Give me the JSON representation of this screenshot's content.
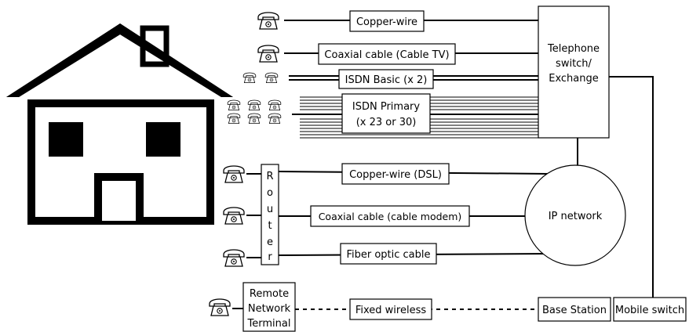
{
  "connections": {
    "copper_wire": "Copper-wire",
    "coaxial_cable_tv": "Coaxial cable (Cable TV)",
    "isdn_basic": "ISDN Basic (x 2)",
    "isdn_primary_line1": "ISDN Primary",
    "isdn_primary_line2": "(x 23 or 30)",
    "copper_wire_dsl": "Copper-wire (DSL)",
    "coaxial_cable_modem": "Coaxial cable (cable modem)",
    "fiber_optic": "Fiber optic cable",
    "fixed_wireless": "Fixed wireless"
  },
  "nodes": {
    "telephone_switch_line1": "Telephone",
    "telephone_switch_line2": "switch/",
    "telephone_switch_line3": "Exchange",
    "ip_network": "IP network",
    "router_letters": [
      "R",
      "o",
      "u",
      "t",
      "e",
      "r"
    ],
    "remote_terminal_line1": "Remote",
    "remote_terminal_line2": "Network",
    "remote_terminal_line3": "Terminal",
    "base_station": "Base Station",
    "mobile_switch": "Mobile switch"
  },
  "icons": {
    "phone": "telephone-icon",
    "house": "house-icon"
  },
  "colors": {
    "stroke": "#000000",
    "background": "#ffffff"
  }
}
